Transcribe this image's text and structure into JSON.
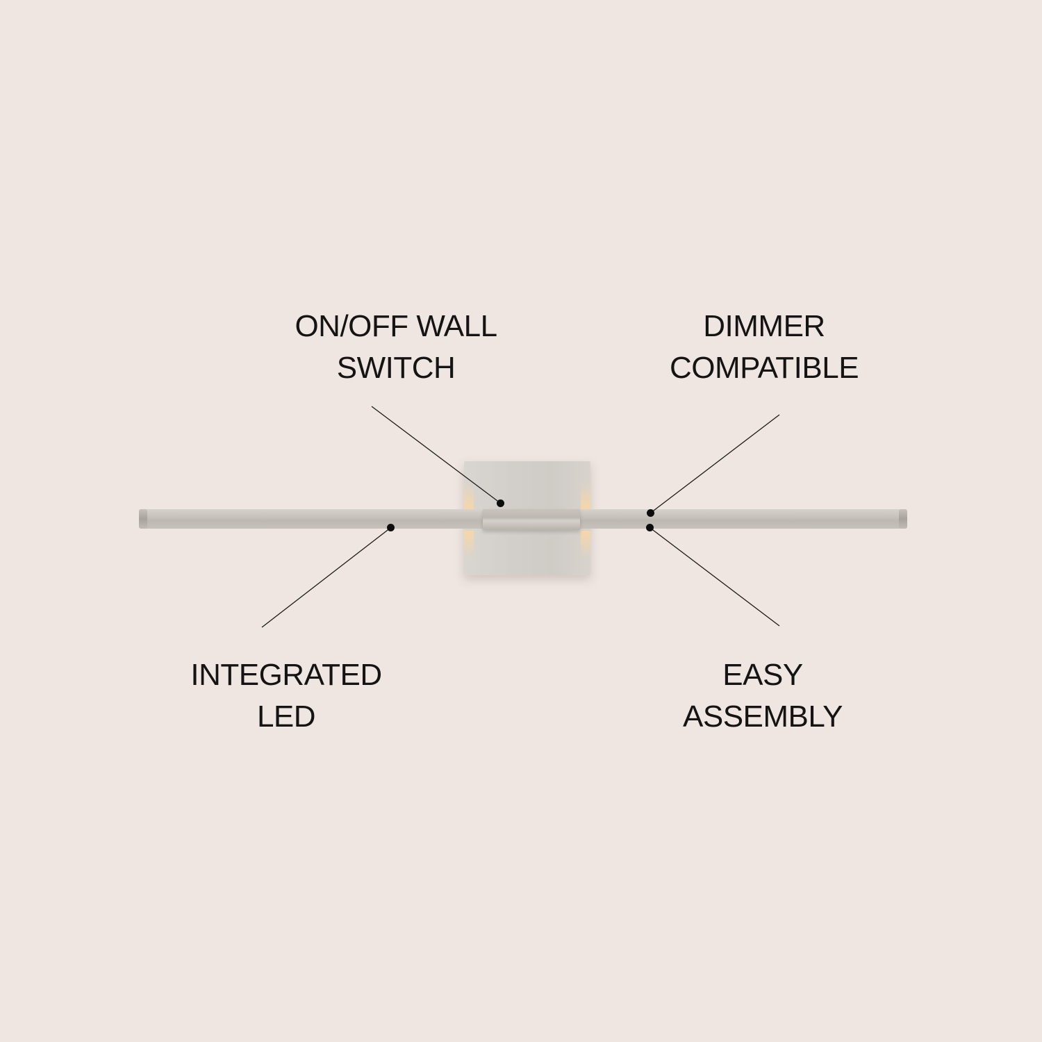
{
  "background_color": "#EFE6E1",
  "product": "LED wall sconce / vanity light bar with square backplate",
  "features": [
    {
      "id": "switch",
      "line1": "ON/OFF WALL",
      "line2": "SWITCH"
    },
    {
      "id": "dimmer",
      "line1": "DIMMER",
      "line2": "COMPATIBLE"
    },
    {
      "id": "led",
      "line1": "INTEGRATED",
      "line2": "LED"
    },
    {
      "id": "assembly",
      "line1": "EASY",
      "line2": "ASSEMBLY"
    }
  ]
}
